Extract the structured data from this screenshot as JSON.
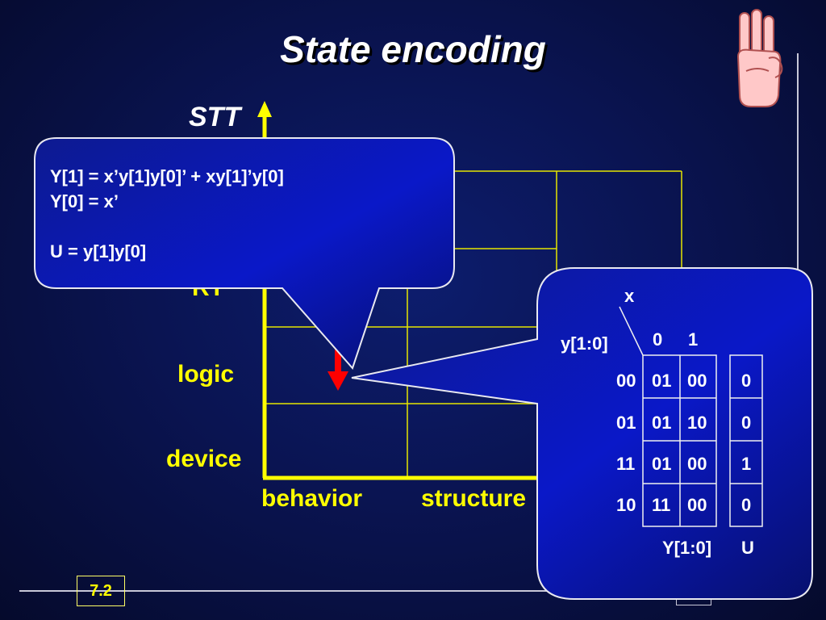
{
  "slide": {
    "title": "State encoding",
    "page_number": "7.2"
  },
  "colors": {
    "background": "#0a1452",
    "axis": "#ffff00",
    "text": "#ffffff",
    "arrow": "#ff0000",
    "callout_fill": "#0a14a0"
  },
  "diagram": {
    "vertical_axis_label": "STT",
    "levels": [
      "RT",
      "logic",
      "device"
    ],
    "horizontal_labels": [
      "behavior",
      "structure"
    ]
  },
  "equations": {
    "line1": "Y[1] = x’y[1]y[0]’ + xy[1]’y[0]",
    "line2": "Y[0] = x’",
    "line3": "U = y[1]y[0]"
  },
  "kmap": {
    "input_label": "x",
    "state_label": "y[1:0]",
    "columns": [
      "0",
      "1"
    ],
    "rows": [
      {
        "state": "00",
        "next": [
          "01",
          "00"
        ],
        "output": "0"
      },
      {
        "state": "01",
        "next": [
          "01",
          "10"
        ],
        "output": "0"
      },
      {
        "state": "11",
        "next": [
          "01",
          "00"
        ],
        "output": "1"
      },
      {
        "state": "10",
        "next": [
          "11",
          "00"
        ],
        "output": "0"
      }
    ],
    "next_state_label": "Y[1:0]",
    "output_label": "U"
  },
  "icons": {
    "hand": "three-fingers-hand-icon"
  }
}
